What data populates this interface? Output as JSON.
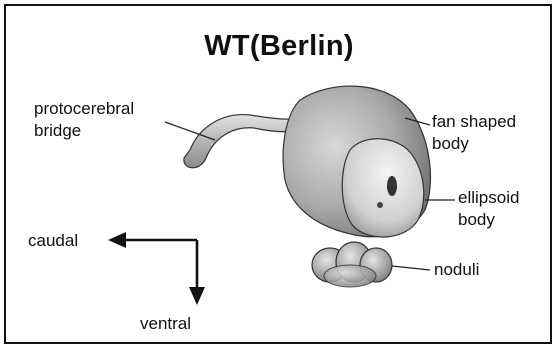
{
  "title": "WT(Berlin)",
  "labels": {
    "pb_line1": "protocerebral",
    "pb_line2": "bridge",
    "fb_line1": "fan shaped",
    "fb_line2": "body",
    "eb_line1": "ellipsoid",
    "eb_line2": "body",
    "noduli": "noduli",
    "caudal": "caudal",
    "ventral": "ventral"
  }
}
